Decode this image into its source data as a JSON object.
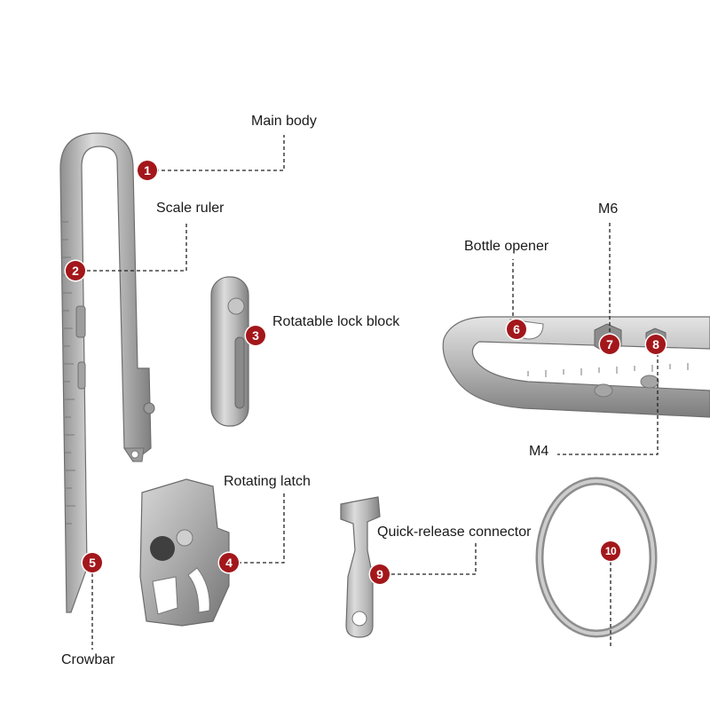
{
  "callouts": [
    {
      "number": "1",
      "label": "Main body"
    },
    {
      "number": "2",
      "label": "Scale ruler"
    },
    {
      "number": "3",
      "label": "Rotatable lock block"
    },
    {
      "number": "4",
      "label": "Rotating latch"
    },
    {
      "number": "5",
      "label": "Crowbar"
    },
    {
      "number": "6",
      "label": "Bottle opener"
    },
    {
      "number": "7",
      "label": "M6"
    },
    {
      "number": "8",
      "label": "M4"
    },
    {
      "number": "9",
      "label": "Quick-release connector"
    },
    {
      "number": "10",
      "label": ""
    }
  ],
  "colors": {
    "badge": "#a3171b",
    "metal_light": "#d8d8d8",
    "metal_dark": "#8c8c8c",
    "leader_line": "#222222"
  }
}
